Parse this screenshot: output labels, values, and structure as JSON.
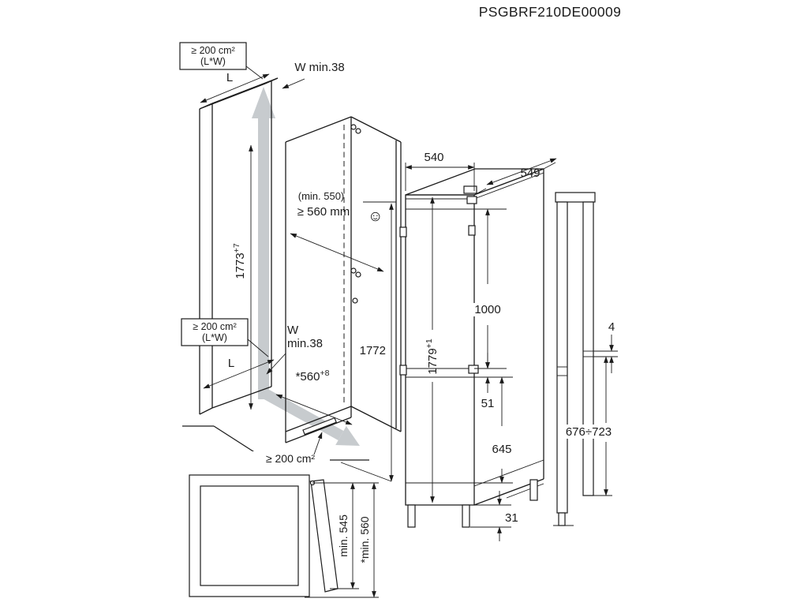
{
  "title": "PSGBRF210DE00009",
  "colors": {
    "line": "#1c1c1c",
    "airflow_arrow": "#c7cbce",
    "background": "#ffffff"
  },
  "niche": {
    "vent_top": {
      "line1": "≥ 200 cm²",
      "line2": "(L*W)"
    },
    "vent_side": {
      "line1": "≥ 200 cm²",
      "line2": "(L*W)"
    },
    "length_top": "L",
    "length_bottom": "L",
    "wall_min_top": "W min.38",
    "wall_min_side_l1": "W",
    "wall_min_side_l2": "min.38",
    "height_outer": {
      "value": "1773",
      "sup": "+7"
    },
    "depth_min_note": "(min. 550)",
    "depth_min": "≥ 560 mm",
    "smiley_icon": "☺",
    "height_inner": "1772",
    "depth_bottom": {
      "value": "*560",
      "sup": "+8"
    },
    "vent_bottom": "≥ 200 cm²"
  },
  "appliance": {
    "width": "540",
    "depth": "549",
    "height": {
      "value": "1779",
      "sup": "+1"
    },
    "upper_door_height": "1000",
    "door_gap": "51",
    "lower_door_height": "645",
    "bottom_clearance": "31"
  },
  "door_panel": {
    "gap": "4",
    "lower_panel_height": "676÷723"
  },
  "door_opening": {
    "min_width": "min. 545",
    "min_width_removed": "*min. 560"
  }
}
